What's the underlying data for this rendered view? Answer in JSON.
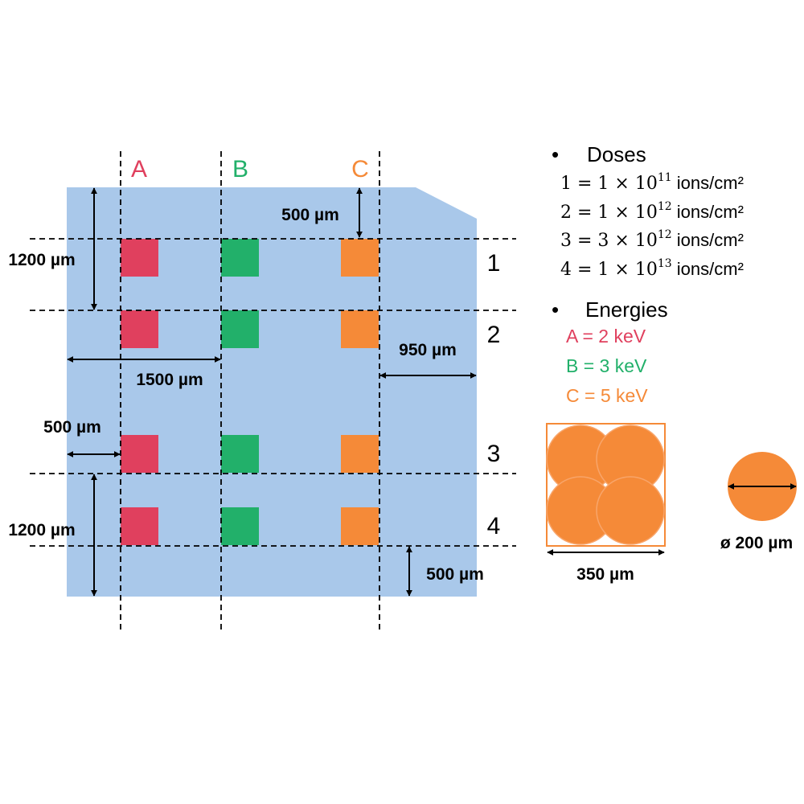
{
  "colors": {
    "chip": "#a9c8ea",
    "A": "#e0405e",
    "B": "#22b06a",
    "C": "#f58a38",
    "beam": "#f58a38"
  },
  "columns": [
    {
      "label": "A",
      "color_key": "A"
    },
    {
      "label": "B",
      "color_key": "B"
    },
    {
      "label": "C",
      "color_key": "C"
    }
  ],
  "rows": [
    {
      "label": "1"
    },
    {
      "label": "2"
    },
    {
      "label": "3"
    },
    {
      "label": "4"
    }
  ],
  "dimensions": {
    "top_margin": "500 µm",
    "row_height_top": "1200 µm",
    "col_spacing": "1500 µm",
    "right_margin": "950 µm",
    "left_margin": "500 µm",
    "row_height_bottom": "1200 µm",
    "bottom_margin": "500 µm"
  },
  "legend": {
    "bullet": "•",
    "doses_title": "Doses",
    "doses": [
      {
        "num": "1",
        "coef": "1",
        "exp": "11",
        "unit": "ions/cm²"
      },
      {
        "num": "2",
        "coef": "1",
        "exp": "12",
        "unit": "ions/cm²"
      },
      {
        "num": "3",
        "coef": "3",
        "exp": "12",
        "unit": "ions/cm²"
      },
      {
        "num": "4",
        "coef": "1",
        "exp": "13",
        "unit": "ions/cm²"
      }
    ],
    "energies_title": "Energies",
    "energies": [
      {
        "text": "A = 2 keV",
        "color_key": "A"
      },
      {
        "text": "B = 3 keV",
        "color_key": "B"
      },
      {
        "text": "C = 5 keV",
        "color_key": "C"
      }
    ]
  },
  "beam": {
    "square_size": "350 µm",
    "spot_diameter": "ø 200 µm"
  }
}
